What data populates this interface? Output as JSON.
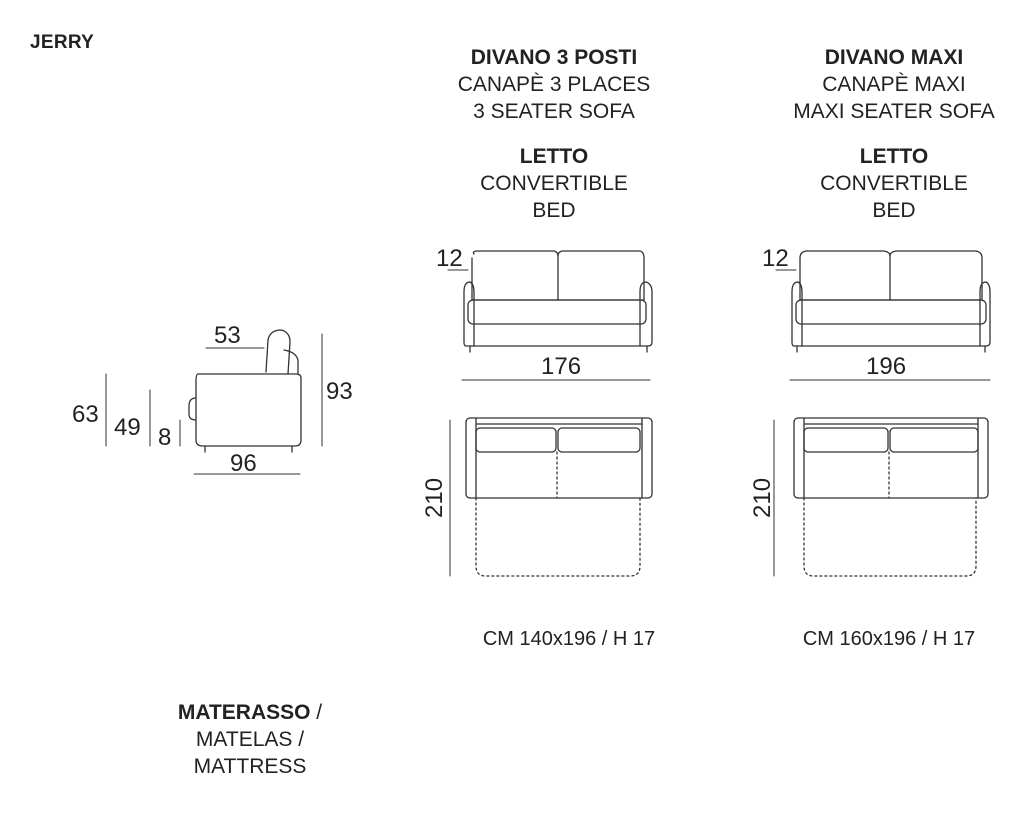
{
  "model_name": "JERRY",
  "columns": [
    {
      "title": "DIVANO 3 POSTI",
      "subtitle_fr": "CANAPÈ 3 PLACES",
      "subtitle_en": "3 SEATER SOFA",
      "bed_title": "LETTO",
      "bed_line1": "CONVERTIBLE",
      "bed_line2": "BED",
      "back_dim": "12",
      "width_dim": "176",
      "depth_open_dim": "210",
      "mattress_size": "CM 140x196 / H 17"
    },
    {
      "title": "DIVANO MAXI",
      "subtitle_fr": "CANAPÈ MAXI",
      "subtitle_en": "MAXI SEATER SOFA",
      "bed_title": "LETTO",
      "bed_line1": "CONVERTIBLE",
      "bed_line2": "BED",
      "back_dim": "12",
      "width_dim": "196",
      "depth_open_dim": "210",
      "mattress_size": "CM 160x196 / H 17"
    }
  ],
  "side_view": {
    "seat_depth": "53",
    "total_height": "93",
    "arm_height": "63",
    "seat_height": "49",
    "foot_height": "8",
    "depth": "96"
  },
  "mattress_label": {
    "line1": "MATERASSO",
    "line1_suffix": " /",
    "line2": "MATELAS /",
    "line3": "MATTRESS"
  },
  "colors": {
    "line": "#333333",
    "text": "#222222",
    "background": "#ffffff"
  }
}
